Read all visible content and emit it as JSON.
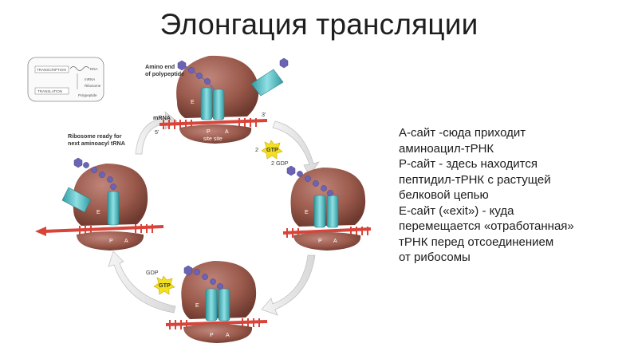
{
  "title": "Элонгация трансляции",
  "description": {
    "lines": [
      "А-сайт -сюда приходит",
      "аминоацил-тРНК",
      "Р-сайт - здесь находится",
      "пептидил-тРНК с растущей",
      "белковой цепью",
      " Е-сайт («exit») - куда",
      "перемещается «отработанная»",
      "тРНК перед отсоединением",
      "от рибосомы"
    ]
  },
  "diagram": {
    "labels": {
      "amino_end": "Amino end",
      "of_polypeptide": "of polypeptide",
      "mrna": "mRNA",
      "three_prime": "3'",
      "five_prime": "5'",
      "ribosome_ready": "Ribosome ready for",
      "next_trna": "next aminoacyl tRNA",
      "gtp": "GTP",
      "two_gtp": "2",
      "two_gdp": "2 GDP",
      "gdp": "GDP",
      "site_p": "P",
      "site_a": "A",
      "site_e": "E",
      "site_site": "site site"
    },
    "inset": {
      "transcription": "TRANSCRIPTION",
      "translation": "TRANSLATION",
      "dna": "DNA",
      "mrna": "mRNA",
      "ribosome": "Ribosome",
      "polypeptide": "Polypeptide"
    }
  },
  "colors": {
    "ribosome": "#9a5a4c",
    "ribosome_dark": "#7a3f33",
    "trna": "#4fb7bd",
    "mrna": "#d8443a",
    "peptide": "#6b63b5",
    "gtp": "#f3e020",
    "arrow": "#e3e3e3"
  }
}
